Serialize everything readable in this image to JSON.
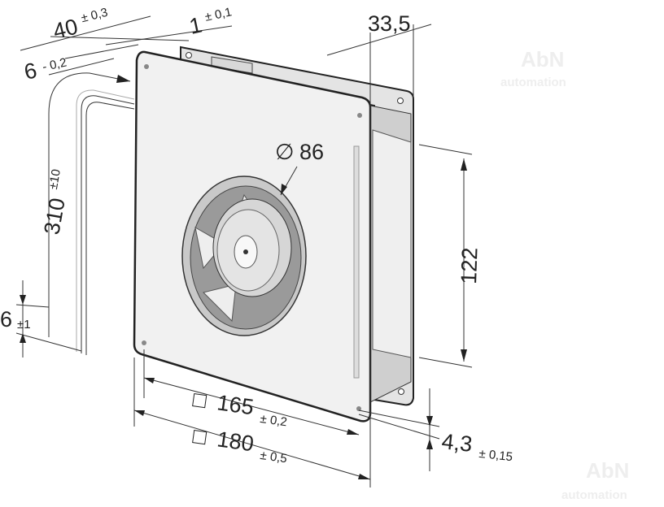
{
  "watermark": {
    "brand": "AbN",
    "sub": "automation"
  },
  "dimensions": {
    "depth": {
      "value": "40",
      "tol": "± 0,3"
    },
    "plate_thickness": {
      "value": "1",
      "tol": "± 0,1"
    },
    "flange": {
      "value": "6",
      "tol": "- 0,2"
    },
    "housing_depth": {
      "value": "33,5"
    },
    "inlet_diameter": {
      "symbol": "∅",
      "value": "86"
    },
    "wire_length": {
      "value": "310",
      "tol": "±10"
    },
    "wire_strip": {
      "value": "6",
      "tol": "±1"
    },
    "height": {
      "value": "122"
    },
    "hole_spacing": {
      "symbol": "□",
      "value": "165",
      "tol": "± 0,2"
    },
    "plate_size": {
      "symbol": "□",
      "value": "180",
      "tol": "± 0,5"
    },
    "hole_diameter": {
      "value": "4,3",
      "tol": "± 0,15"
    }
  }
}
